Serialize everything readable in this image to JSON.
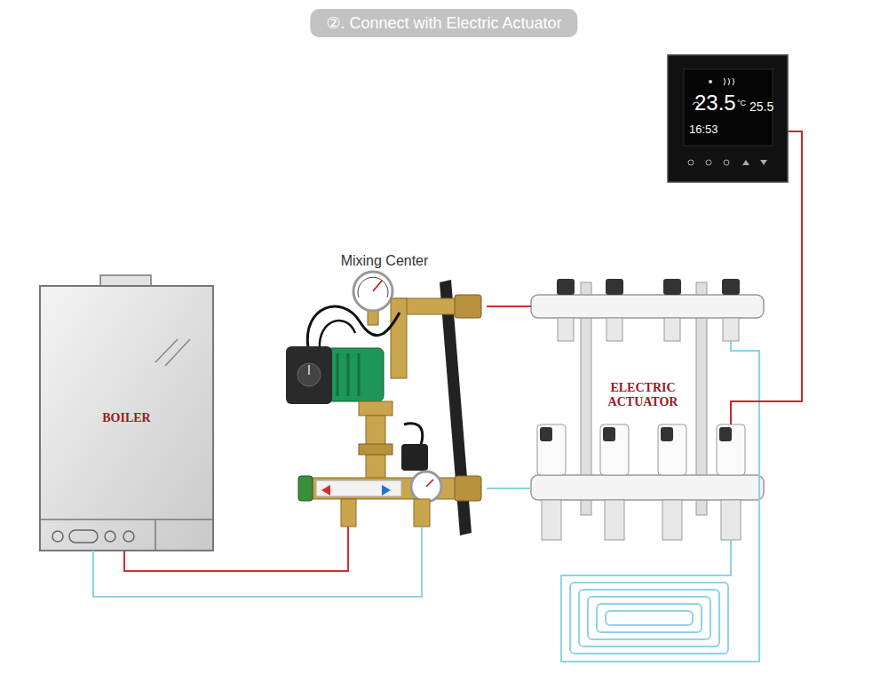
{
  "diagram": {
    "title": "②. Connect with Electric Actuator",
    "nodes": [
      {
        "text": [
          "BOILER"
        ]
      },
      {
        "text": [
          "Mixing Center"
        ]
      },
      {
        "text": [
          "ELECTRIC ACTUATOR"
        ]
      },
      {
        "text": [
          "23.5",
          "°C",
          "25.5",
          "16:53"
        ]
      }
    ],
    "edges": [
      {
        "from": 0,
        "to": 1,
        "arrow": "none"
      },
      {
        "from": 1,
        "to": 0,
        "arrow": "none"
      },
      {
        "from": 1,
        "to": 2,
        "arrow": "none"
      },
      {
        "from": 2,
        "to": 1,
        "arrow": "none"
      },
      {
        "from": 3,
        "to": 2,
        "arrow": "none"
      }
    ]
  }
}
